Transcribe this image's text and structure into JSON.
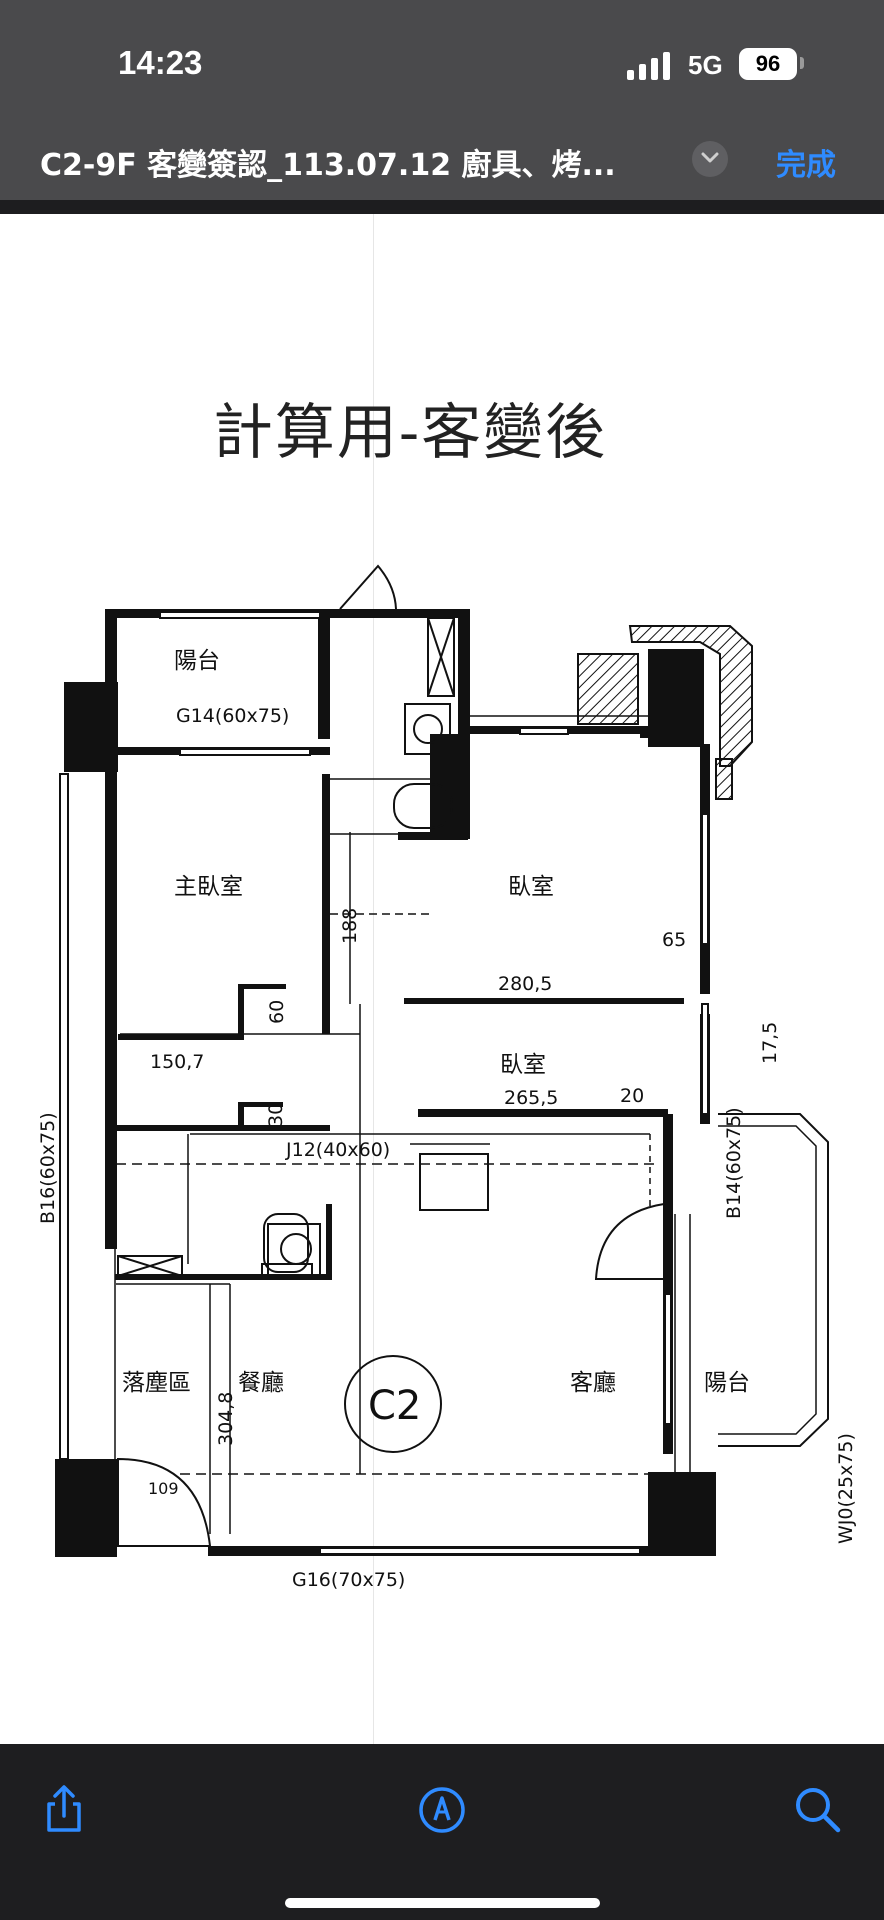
{
  "status": {
    "time": "14:23",
    "network": "5G",
    "battery": "96"
  },
  "nav": {
    "title": "C2-9F 客變簽認_113.07.12 廚具、烤...",
    "done_label": "完成"
  },
  "plan": {
    "title": "計算用-客變後",
    "unit_label": "C2",
    "rooms": {
      "balcony_top": "陽台",
      "master_bedroom": "主臥室",
      "bedroom_1": "臥室",
      "bedroom_2": "臥室",
      "entry": "落塵區",
      "dining": "餐廳",
      "living": "客廳",
      "balcony_right": "陽台"
    },
    "windows": {
      "g14": "G14(60x75)",
      "b16": "B16(60x75)",
      "b14": "B14(60x75)",
      "j12": "J12(40x60)",
      "wj0": "WJ0(25x75)",
      "g16": "G16(70x75)"
    },
    "dimensions": {
      "d188": "188",
      "d60": "60",
      "d1507": "150,7",
      "d2805": "280,5",
      "d65": "65",
      "d175": "17,5",
      "d2655": "265,5",
      "d20": "20",
      "d30": "30",
      "d3048": "304,8",
      "d109": "109"
    }
  },
  "toolbar": {
    "share": "share-icon",
    "markup": "markup-icon",
    "search": "search-icon"
  },
  "colors": {
    "accent": "#2f8bff",
    "bar": "#4a4a4c",
    "bottom": "#1e1e20"
  }
}
